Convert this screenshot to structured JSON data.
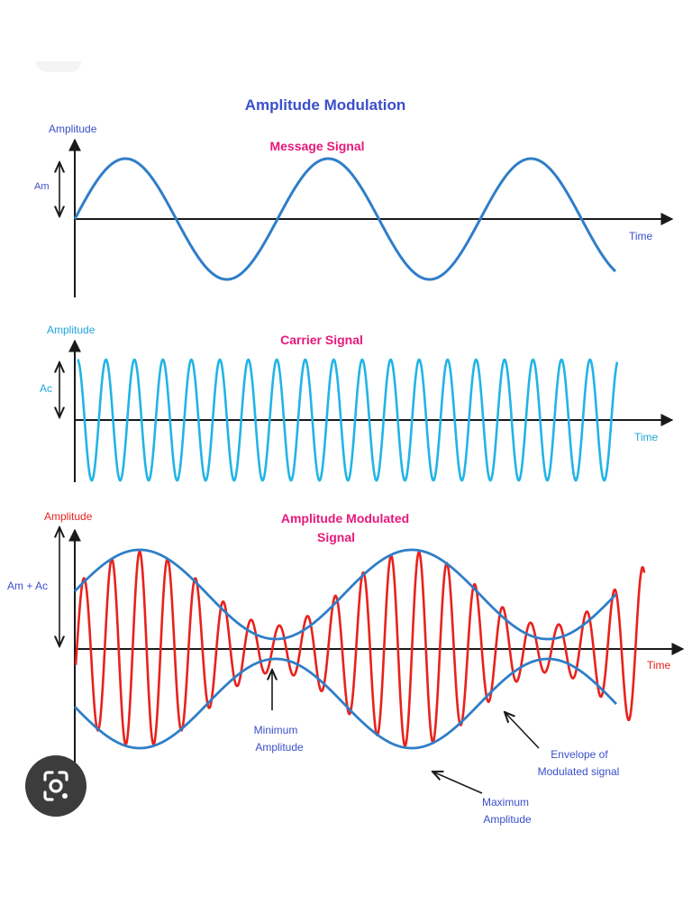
{
  "title": "Amplitude Modulation",
  "colors": {
    "title": "#3b4fc9",
    "heading": "#e6197a",
    "message": "#2f7ec8",
    "carrier": "#22b4e6",
    "am_wave": "#e8221c",
    "envelope": "#2f7ec8",
    "axis": "#1a1a1a",
    "label_blue": "#3b4fc9",
    "label_cyan": "#22a6d9",
    "label_red": "#e8221c"
  },
  "panels": [
    {
      "id": "message",
      "heading": "Message Signal",
      "y_label": "Amplitude",
      "x_label": "Time",
      "amp_label": "Am"
    },
    {
      "id": "carrier",
      "heading": "Carrier Signal",
      "y_label": "Amplitude",
      "x_label": "Time",
      "amp_label": "Ac"
    },
    {
      "id": "modulated",
      "heading_line1": "Amplitude Modulated",
      "heading_line2": "Signal",
      "y_label": "Amplitude",
      "x_label": "Time",
      "amp_label": "Am + Ac"
    }
  ],
  "annotations": {
    "minimum_line1": "Minimum",
    "minimum_line2": "Amplitude",
    "envelope_line1": "Envelope of",
    "envelope_line2": "Modulated signal",
    "maximum_line1": "Maximum",
    "maximum_line2": "Amplitude"
  },
  "lens_button": {
    "icon": "camera-lens-icon"
  }
}
